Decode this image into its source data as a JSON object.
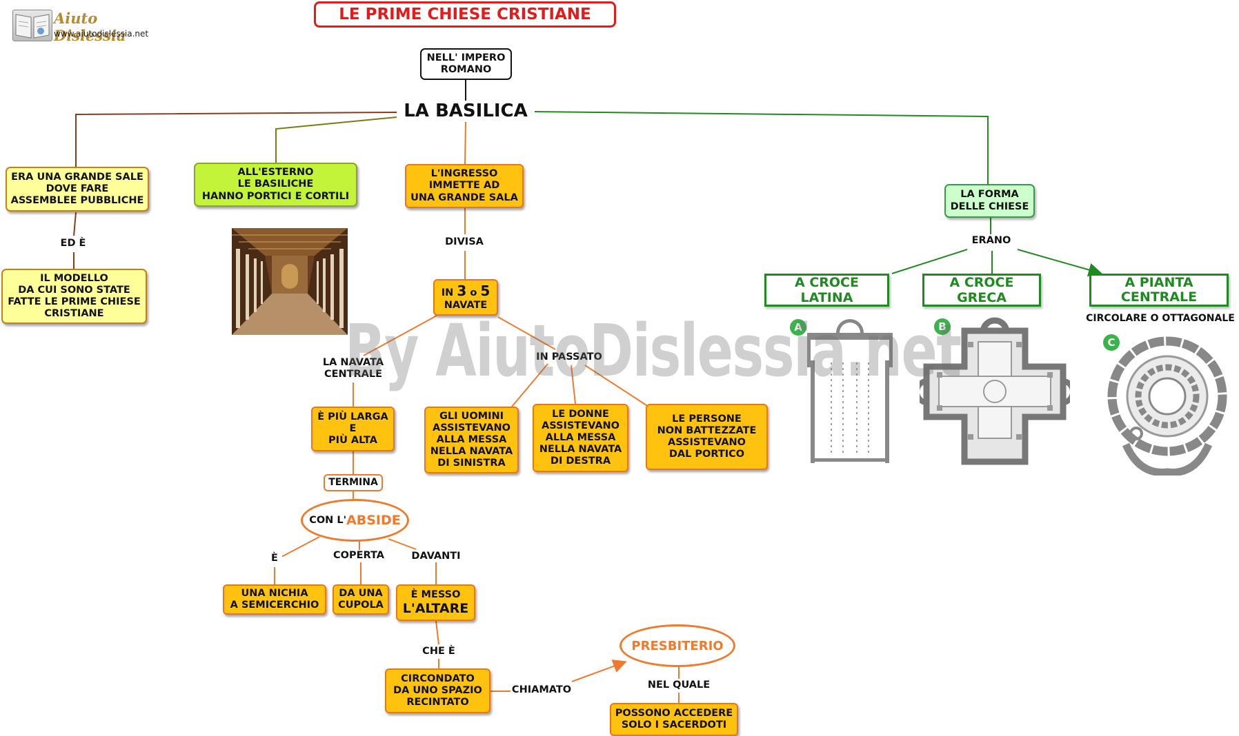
{
  "header": {
    "title": "LE PRIME CHIESE CRISTIANE",
    "logo_brand": "Aiuto Dislessia",
    "logo_url": "www.aiutodislessia.net",
    "watermark": "By AiutoDislessia.net"
  },
  "nodes": {
    "impero": "NELL' IMPERO\nROMANO",
    "basilica": "LA BASILICA",
    "grande_sale": "ERA UNA GRANDE SALE\nDOVE FARE\nASSEMBLEE PUBBLICHE",
    "ed_e": "ED È",
    "modello": "IL MODELLO\nDA CUI SONO STATE\nFATTE LE PRIME CHIESE\nCRISTIANE",
    "esterno": "ALL'ESTERNO\nLE BASILICHE\nHANNO PORTICI E CORTILI",
    "ingresso": "L'INGRESSO\nIMMETTE AD\nUNA GRANDE SALA",
    "divisa": "DIVISA",
    "navate_prefix": "IN",
    "navate_n1": "3",
    "navate_o": "o",
    "navate_n2": "5",
    "navate_suffix": "NAVATE",
    "navata_centrale": "LA NAVATA\nCENTRALE",
    "in_passato": "IN PASSATO",
    "piu_larga": "È PIÙ LARGA\nE\nPIÙ ALTA",
    "uomini": "GLI UOMINI\nASSISTEVANO\nALLA MESSA\nNELLA NAVATA\nDI SINISTRA",
    "donne": "LE DONNE\nASSISTEVANO\nALLA MESSA\nNELLA NAVATA\nDI DESTRA",
    "persone": "LE PERSONE\nNON BATTEZZATE\nASSISTEVANO\nDAL PORTICO",
    "termina": "TERMINA",
    "abside_prefix": "CON L'",
    "abside": "ABSIDE",
    "e_label": "È",
    "coperta": "COPERTA",
    "davanti": "DAVANTI",
    "nicchia": "UNA NICHIA\nA SEMICERCHIO",
    "cupola": "DA UNA\nCUPOLA",
    "messo": "È MESSO",
    "altare": "L'ALTARE",
    "che_e": "CHE È",
    "circondato": "CIRCONDATO\nDA UNO SPAZIO\nRECINTATO",
    "chiamato": "CHIAMATO",
    "presbiterio": "PRESBITERIO",
    "nel_quale": "NEL QUALE",
    "sacerdoti": "POSSONO ACCEDERE\nSOLO I SACERDOTI",
    "forma": "LA FORMA\nDELLE CHIESE",
    "erano": "ERANO",
    "croce_latina": "A CROCE LATINA",
    "croce_greca": "A CROCE GRECA",
    "pianta_centrale": "A PIANTA\nCENTRALE",
    "circolare": "CIRCOLARE O OTTAGONALE"
  },
  "badges": [
    "A",
    "B",
    "C"
  ],
  "colors": {
    "title_red": "#e41b1b",
    "branch_brown": "#8b3a1a",
    "branch_olive": "#7a7a12",
    "branch_orange": "#f07a2c",
    "branch_green": "#1f8a1f",
    "box_orange": "#ffc20e",
    "box_yellow": "#ffff99",
    "box_lime": "#c4f43a",
    "box_green": "#ccffcc"
  },
  "icons": [
    "logo-book-icon",
    "basilica-interior-photo",
    "latin-cross-plan",
    "greek-cross-plan",
    "central-plan"
  ]
}
